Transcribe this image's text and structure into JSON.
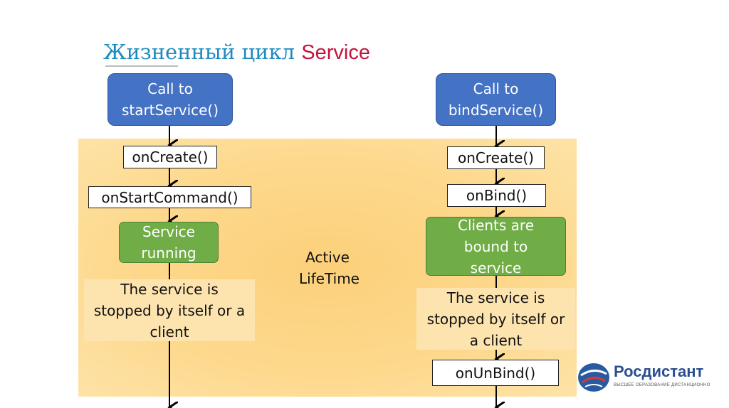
{
  "title": {
    "prefix": "Жизненный цикл",
    "highlight": "Service"
  },
  "left": {
    "call": "Call to startService()",
    "on_create": "onCreate()",
    "on_start_command": "onStartCommand()",
    "running": "Service running",
    "stopped": "The service is stopped by itself or a client"
  },
  "center": {
    "active": "Active LifeTime"
  },
  "right": {
    "call": "Call to bindService()",
    "on_create": "onCreate()",
    "on_bind": "onBind()",
    "bound": "Clients are bound to service",
    "stopped": "The service is stopped by itself or a client",
    "on_unbind": "onUnBind()"
  },
  "logo": {
    "name": "Росдистант",
    "tagline": "ВЫСШЕЕ ОБРАЗОВАНИЕ ДИСТАНЦИОННО"
  },
  "colors": {
    "blue": "#4472c4",
    "green": "#70ad47",
    "area": "#fdd98e",
    "title": "#1e8bc0",
    "accent": "#c0143c"
  }
}
